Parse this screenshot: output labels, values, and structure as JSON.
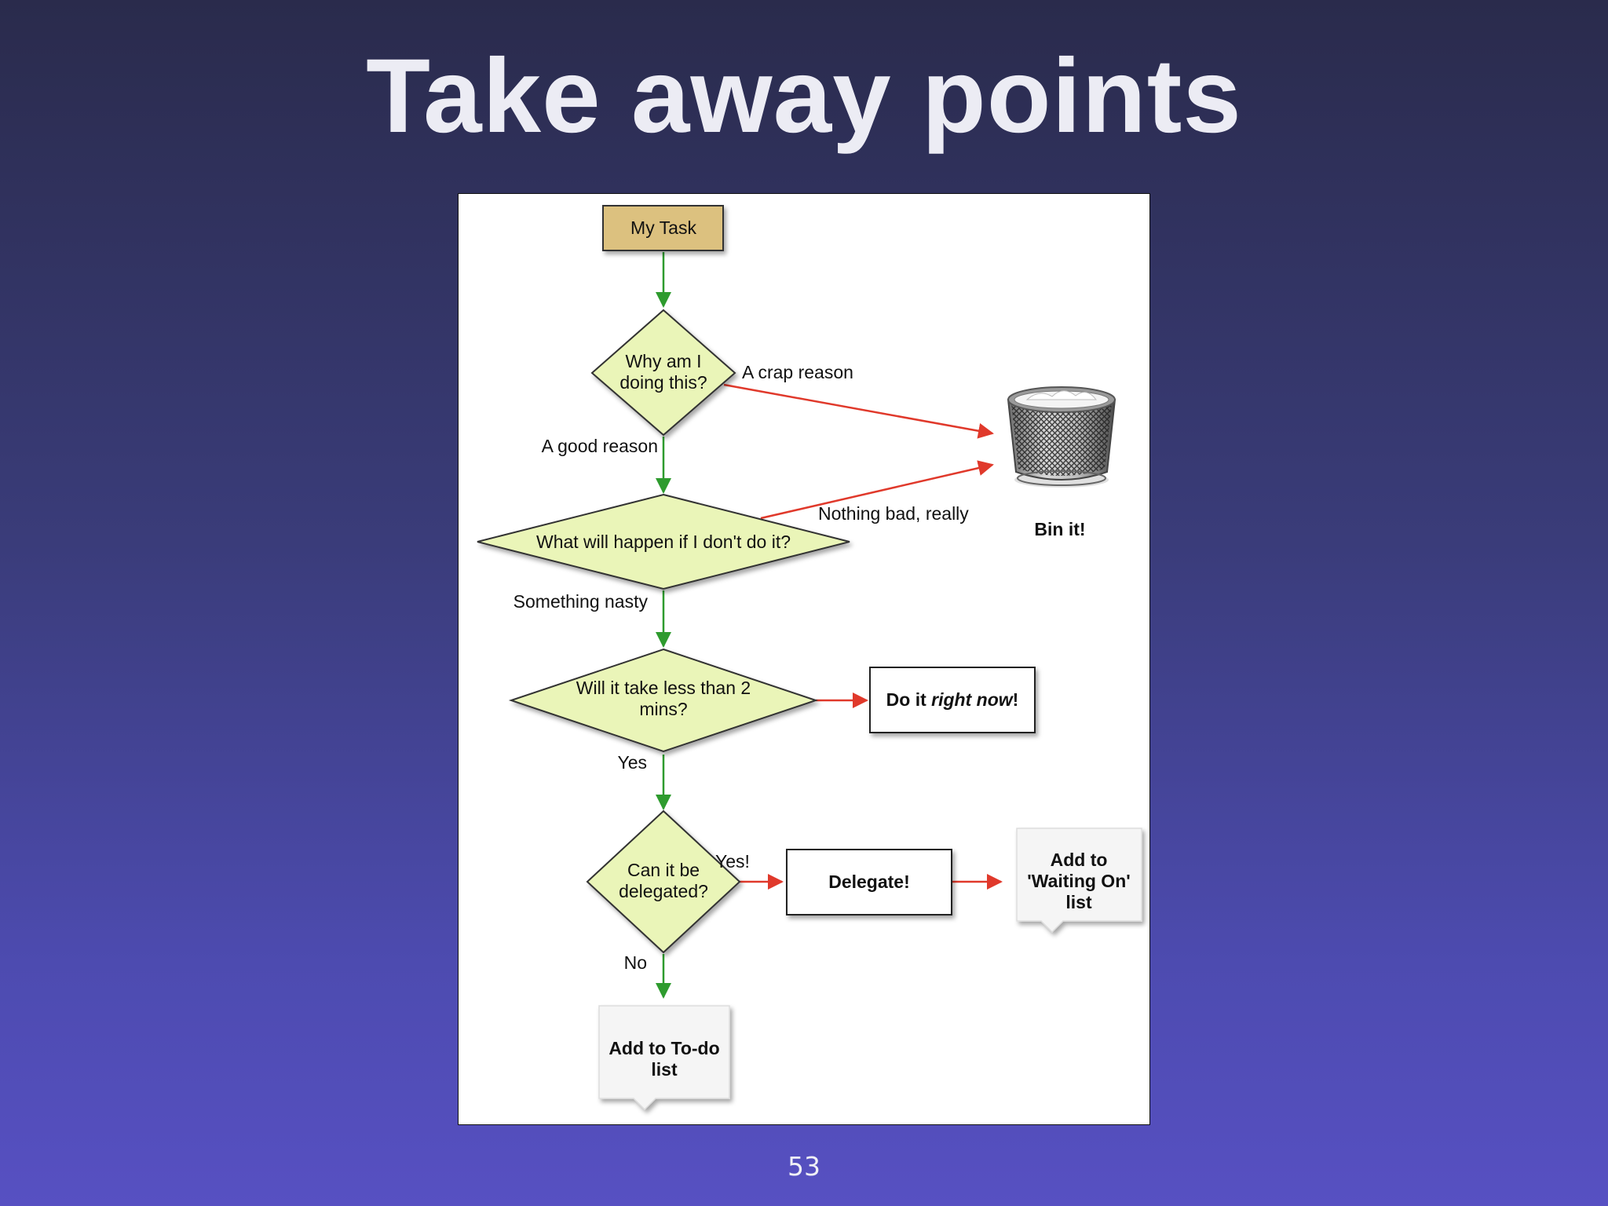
{
  "slide": {
    "title": "Take away points",
    "page_number": "53"
  },
  "colors": {
    "yes_arrow": "#2e9b2e",
    "no_arrow": "#e0392b",
    "start_box": "#dcc17f",
    "diamond_fill": "#eaf5b8"
  },
  "flowchart": {
    "start": "My Task",
    "q1": {
      "line1": "Why am I",
      "line2": "doing this?"
    },
    "q1_no_label": "A crap reason",
    "q1_yes_label": "A good reason",
    "q2": "What will happen if I don't do it?",
    "q2_no_label": "Nothing bad, really",
    "q2_yes_label": "Something nasty",
    "bin_label": "Bin it!",
    "bin_icon": "trash-can-icon",
    "q3": {
      "line1": "Will it take less than 2",
      "line2": "mins?"
    },
    "q3_yes_label": "Yes",
    "do_now": {
      "prefix": "Do it ",
      "emphasis": "right now",
      "suffix": "!"
    },
    "q4": {
      "line1": "Can it be",
      "line2": "delegated?"
    },
    "q4_yes_label": "Yes!",
    "q4_no_label": "No",
    "delegate": "Delegate!",
    "waiting_note": {
      "line1": "Add to",
      "line2": "'Waiting On'",
      "line3": "list"
    },
    "todo_note": {
      "line1": "Add to To-do",
      "line2": "list"
    }
  }
}
